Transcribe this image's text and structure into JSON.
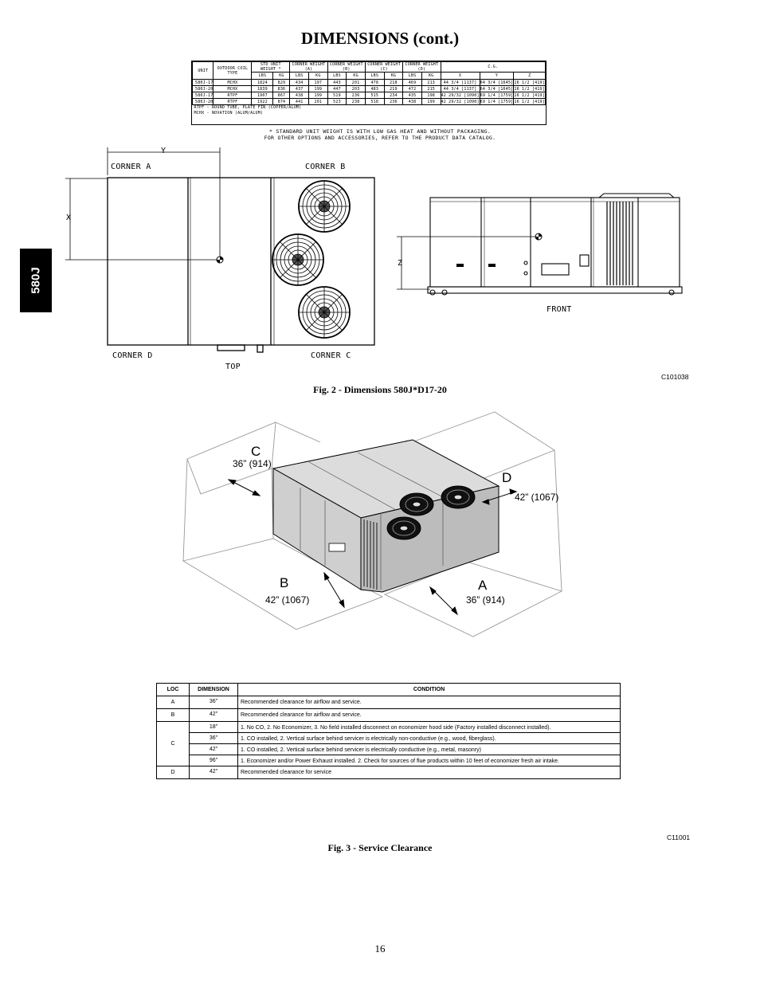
{
  "page": {
    "title": "DIMENSIONS (cont.)",
    "side_tab": "580J",
    "page_number": "16"
  },
  "weight_table": {
    "header": {
      "unit": "UNIT",
      "coil": "OUTDOOR COIL TYPE",
      "std_weight": "STD UNIT WEIGHT *",
      "corner_a": "CORNER WEIGHT (A)",
      "corner_b": "CORNER WEIGHT (B)",
      "corner_c": "CORNER WEIGHT (C)",
      "corner_d": "CORNER WEIGHT (D)",
      "cg": "C.G.",
      "lbs": "LBS",
      "kg": "KG",
      "x": "X",
      "y": "Y",
      "z": "Z"
    },
    "rows": [
      [
        "580J-17",
        "MCHX",
        "1824",
        "829",
        "434",
        "197",
        "443",
        "201",
        "478",
        "218",
        "469",
        "213",
        "44 3/4 [1137]",
        "64 3/4 [1645]",
        "16 1/2 [419]"
      ],
      [
        "580J-20",
        "MCHX",
        "1839",
        "836",
        "437",
        "199",
        "447",
        "203",
        "483",
        "219",
        "472",
        "215",
        "44 3/4 [1137]",
        "64 3/4 [1645]",
        "16 1/2 [419]"
      ],
      [
        "580J-17",
        "RTPF",
        "1907",
        "867",
        "438",
        "199",
        "519",
        "236",
        "515",
        "234",
        "435",
        "198",
        "42 29/32 [1090]",
        "69 1/4 [1759]",
        "16 1/2 [419]"
      ],
      [
        "580J-20",
        "RTPF",
        "1922",
        "874",
        "441",
        "201",
        "523",
        "238",
        "518",
        "236",
        "438",
        "199",
        "42 29/32 [1090]",
        "69 1/4 [1759]",
        "16 1/2 [419]"
      ]
    ],
    "legend_1": "RTPF - ROUND TUBE, PLATE FIN (COPPER/ALUM)",
    "legend_2": "MCHX - NOVATION (ALUM/ALUM)",
    "note_1": "* STANDARD UNIT WEIGHT IS WITH LOW GAS HEAT AND WITHOUT PACKAGING.",
    "note_2": "FOR OTHER OPTIONS AND ACCESSORIES, REFER TO THE PRODUCT DATA CATALOG."
  },
  "fig2": {
    "corner_a": "CORNER A",
    "corner_b": "CORNER B",
    "corner_c": "CORNER C",
    "corner_d": "CORNER D",
    "x": "X",
    "y": "Y",
    "z": "Z",
    "top": "TOP",
    "front": "FRONT",
    "code": "C101038",
    "caption": "Fig. 2 - Dimensions 580J*D17-20"
  },
  "fig3": {
    "c": "C",
    "c_dim": "36” (914)",
    "d": "D",
    "d_dim": "42” (1067)",
    "b": "B",
    "b_dim": "42” (1067)",
    "a": "A",
    "a_dim": "36” (914)",
    "code": "C11001",
    "caption": "Fig. 3 - Service Clearance"
  },
  "clearance_table": {
    "headers": {
      "loc": "LOC",
      "dimension": "DIMENSION",
      "condition": "CONDITION"
    },
    "a": {
      "loc": "A",
      "dim": "36\"",
      "cond": "Recommended clearance for airflow and service."
    },
    "b": {
      "loc": "B",
      "dim": "42\"",
      "cond": "Recommended clearance for airflow and service."
    },
    "c": {
      "loc": "C",
      "rows": [
        {
          "dim": "18\"",
          "cond": "1. No CO, 2. No Economizer, 3. No field installed disconnect on economizer hood side (Factory installed disconnect installed)."
        },
        {
          "dim": "36\"",
          "cond": "1. CO installed,  2. Vertical surface behind servicer is electrically non-conductive (e.g., wood, fiberglass)."
        },
        {
          "dim": "42\"",
          "cond": "1. CO installed,  2. Vertical surface behind servicer is electrically conductive (e.g., metal, masonry)"
        },
        {
          "dim": "96\"",
          "cond": "1. Economizer and/or Power Exhaust installed.  2. Check for sources of flue products within 10 feet of economizer fresh air intake."
        }
      ]
    },
    "d": {
      "loc": "D",
      "dim": "42\"",
      "cond": "Recommended clearance for service"
    }
  }
}
